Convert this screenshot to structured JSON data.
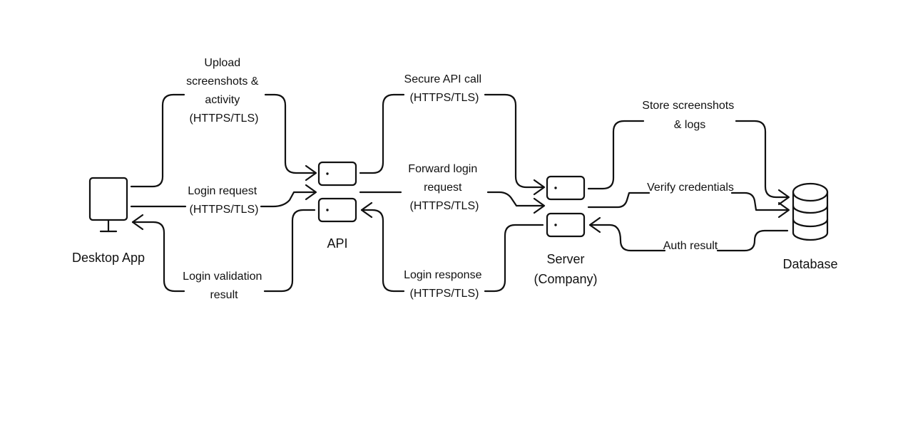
{
  "nodes": {
    "desktop": {
      "label": "Desktop App",
      "icon": "monitor-icon"
    },
    "api": {
      "label": "API",
      "icon": "server-icon"
    },
    "server": {
      "label_line1": "Server",
      "label_line2": "(Company)",
      "icon": "server-icon"
    },
    "database": {
      "label": "Database",
      "icon": "database-icon"
    }
  },
  "edges": {
    "upload": {
      "lines": [
        "Upload",
        "screenshots &",
        "activity",
        "(HTTPS/TLS)"
      ]
    },
    "login_request": {
      "lines": [
        "Login request",
        "(HTTPS/TLS)"
      ]
    },
    "login_validation": {
      "lines": [
        "Login validation",
        "result"
      ]
    },
    "secure_api_call": {
      "lines": [
        "Secure API call",
        "(HTTPS/TLS)"
      ]
    },
    "forward_login": {
      "lines": [
        "Forward login",
        "request",
        "(HTTPS/TLS)"
      ]
    },
    "login_response": {
      "lines": [
        "Login response",
        "(HTTPS/TLS)"
      ]
    },
    "store": {
      "lines": [
        "Store screenshots",
        "& logs"
      ]
    },
    "verify": {
      "lines": [
        "Verify credentials"
      ]
    },
    "auth_result": {
      "lines": [
        "Auth result"
      ]
    }
  },
  "colors": {
    "stroke": "#111111",
    "background": "#ffffff"
  }
}
